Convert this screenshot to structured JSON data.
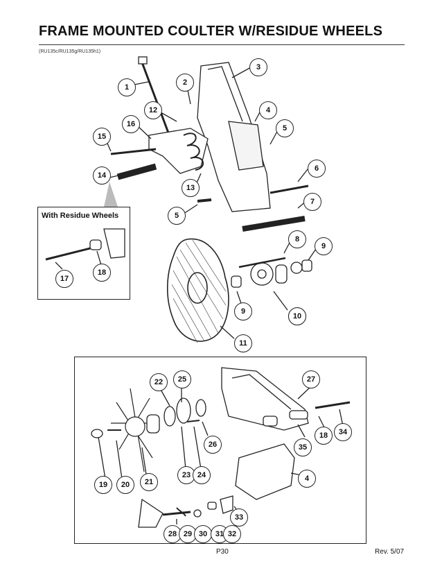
{
  "header": {
    "title": "FRAME MOUNTED COULTER W/RESIDUE WHEELS",
    "subtitle": "(RU135c/RU135g/RU135h1)"
  },
  "inset": {
    "label": "With Residue Wheels"
  },
  "callouts_top": [
    "1",
    "2",
    "3",
    "4",
    "5",
    "6",
    "7",
    "8",
    "9",
    "10",
    "11",
    "12",
    "13",
    "14",
    "15",
    "16",
    "5",
    "9",
    "10",
    "17",
    "18"
  ],
  "callouts_bottom": [
    "19",
    "20",
    "21",
    "22",
    "23",
    "24",
    "25",
    "26",
    "27",
    "28",
    "29",
    "30",
    "31",
    "32",
    "33",
    "34",
    "35",
    "18",
    "4"
  ],
  "footer": {
    "page": "P30",
    "revision": "Rev. 5/07"
  }
}
